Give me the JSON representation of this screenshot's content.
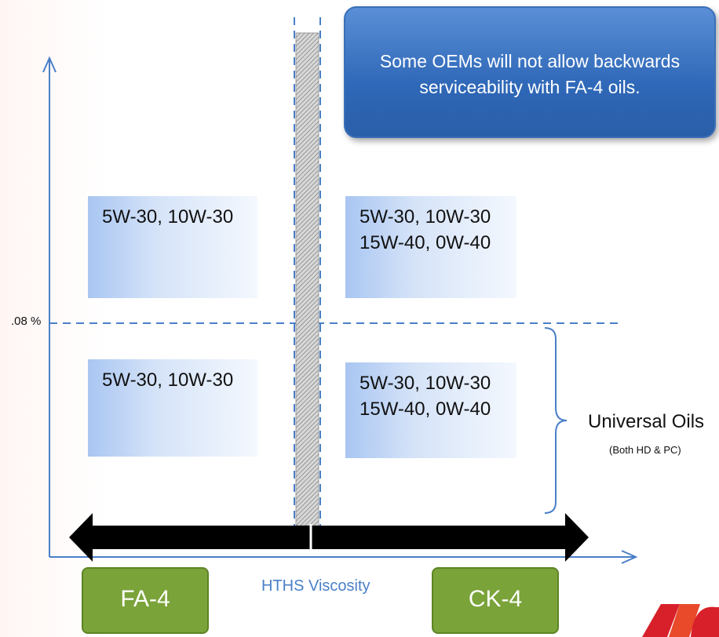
{
  "callout": {
    "line1": "Some OEMs will not allow backwards",
    "line2": "serviceability with FA-4 oils."
  },
  "threshold_label": ".08 %",
  "boxes": {
    "upper_left": {
      "line1": "5W-30, 10W-30"
    },
    "upper_right": {
      "line1": "5W-30, 10W-30",
      "line2": "15W-40, 0W-40"
    },
    "lower_left": {
      "line1": "5W-30, 10W-30"
    },
    "lower_right": {
      "line1": "5W-30, 10W-30",
      "line2": "15W-40, 0W-40"
    }
  },
  "universal": {
    "title": "Universal Oils",
    "subtitle": "(Both HD & PC)"
  },
  "x_axis_label": "HTHS Viscosity",
  "tags": {
    "left": "FA-4",
    "right": "CK-4"
  },
  "colors": {
    "axis": "#4a7fc8",
    "callout": "#2f68b8",
    "tag": "#7aa33a",
    "logo": "#d8202a"
  },
  "icons": {
    "logo": "brand-logo-icon"
  }
}
